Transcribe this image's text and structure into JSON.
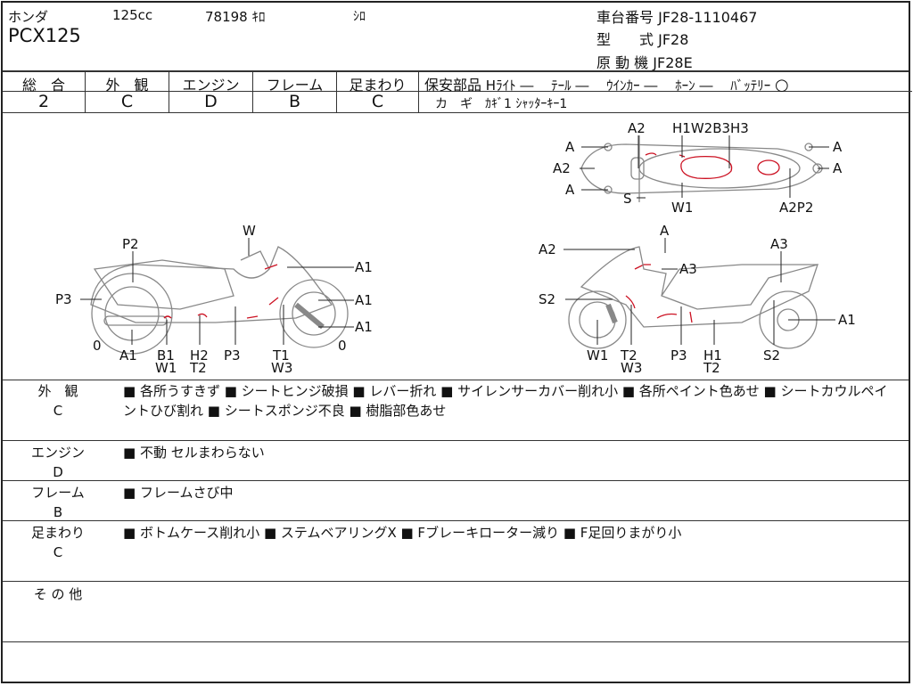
{
  "header": {
    "maker": "ホンダ",
    "displacement": "125cc",
    "mileage": "78198 ｷﾛ",
    "color": "ｼﾛ",
    "model": "PCX125",
    "frame_no_label": "車台番号",
    "frame_no": "JF28-1110467",
    "type_label": "型　　式",
    "type": "JF28",
    "engine_label": "原 動 機",
    "engine": "JF28E"
  },
  "grades": [
    {
      "label": "総　合",
      "value": "2"
    },
    {
      "label": "外　観",
      "value": "C"
    },
    {
      "label": "エンジン",
      "value": "D"
    },
    {
      "label": "フレーム",
      "value": "B"
    },
    {
      "label": "足まわり",
      "value": "C"
    }
  ],
  "safety": {
    "label": "保安部品",
    "items": "Hﾗｲﾄ ―　 ﾃｰﾙ ―　 ｳｲﾝｶｰ ―　 ﾎｰﾝ ―　 ﾊﾞｯﾃﾘｰ",
    "battery_mark": "○",
    "key_label": "カ　ギ",
    "keys": "ｶｷﾞ1 ｼｬｯﾀｰｷｰ1"
  },
  "diagram": {
    "left": [
      "W",
      "P2",
      "A1",
      "P3",
      "A1",
      "A1",
      "0",
      "0",
      "A1",
      "B1",
      "W1",
      "H2",
      "T2",
      "P3",
      "T1",
      "W3"
    ],
    "top": [
      "A2",
      "H1W2B3H3",
      "A",
      "A",
      "A2",
      "A",
      "A",
      "S",
      "W1",
      "A2P2"
    ],
    "right": [
      "A",
      "A2",
      "A3",
      "A3",
      "S2",
      "A1",
      "W1",
      "T2",
      "W3",
      "P3",
      "H1",
      "T2",
      "S2"
    ]
  },
  "comments": [
    {
      "label": "外　観",
      "grade": "C",
      "text": "■ 各所うすきず ■ シートヒンジ破損 ■ レバー折れ ■ サイレンサーカバー削れ小 ■ 各所ペイント色あせ ■ シートカウルペイントひび割れ ■ シートスポンジ不良 ■ 樹脂部色あせ"
    },
    {
      "label": "エンジン",
      "grade": "D",
      "text": "■ 不動 セルまわらない"
    },
    {
      "label": "フレーム",
      "grade": "B",
      "text": "■ フレームさび中"
    },
    {
      "label": "足まわり",
      "grade": "C",
      "text": "■ ボトムケース削れ小 ■ ステムベアリングX ■ Fブレーキローター減り ■ F足回りまがり小"
    },
    {
      "label": "そ の 他",
      "grade": "",
      "text": ""
    }
  ],
  "colors": {
    "damage": "#cc1122",
    "line": "#333333",
    "bike": "#888888"
  }
}
